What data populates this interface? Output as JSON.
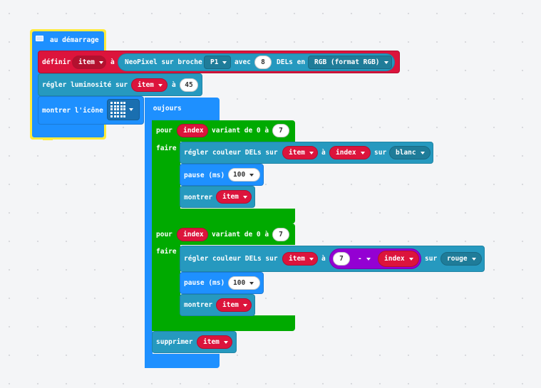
{
  "on_start": {
    "hat_label": "au démarrage",
    "set_label": "définir",
    "set_var": "item",
    "to_label": "à",
    "neopixel_label": "NeoPixel sur broche",
    "pin": "P1",
    "with_label": "avec",
    "led_count": "8",
    "leds_in_label": "DELs en",
    "mode": "RGB (format RGB)",
    "brightness_label": "régler luminosité sur",
    "brightness_var": "item",
    "brightness_to": "à",
    "brightness_value": "45",
    "show_icon_label": "montrer l'icône"
  },
  "forever": {
    "label": "toujours",
    "loop1": {
      "for_label": "pour",
      "var": "index",
      "range_label": "variant de 0 à",
      "end": "7",
      "do_label": "faire",
      "set_color_label": "régler couleur DELs sur",
      "strip_var": "item",
      "at_label": "à",
      "index_var": "index",
      "on_label": "sur",
      "color": "blanc",
      "pause_label": "pause (ms)",
      "pause_value": "100",
      "show_label": "montrer",
      "show_var": "item"
    },
    "loop2": {
      "for_label": "pour",
      "var": "index",
      "range_label": "variant de 0 à",
      "end": "7",
      "do_label": "faire",
      "set_color_label": "régler couleur DELs sur",
      "strip_var": "item",
      "at_label": "à",
      "minuend": "7",
      "operator": "-",
      "index_var": "index",
      "on_label": "sur",
      "color": "rouge",
      "pause_label": "pause (ms)",
      "pause_value": "100",
      "show_label": "montrer",
      "show_var": "item"
    },
    "clear_label": "supprimer",
    "clear_var": "item"
  },
  "colors": {
    "basic": "#1e90ff",
    "neopixel": "#2699bf",
    "variables": "#dc143c",
    "loops": "#00aa00",
    "math": "#9400d3",
    "highlight": "#ffeb3b"
  },
  "icons": {
    "comment": "comment-icon",
    "led_grid": "led-grid-icon"
  }
}
